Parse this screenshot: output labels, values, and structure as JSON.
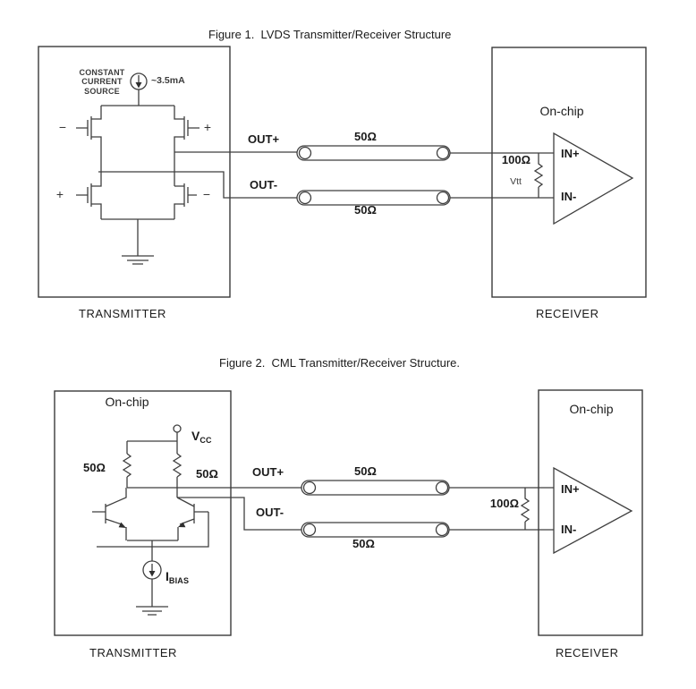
{
  "page": {
    "background": "#ffffff",
    "line_color": "#3f3f3f",
    "text_color": "#1b1b1b"
  },
  "figure1": {
    "caption": "Figure 1.  LVDS Transmitter/Receiver Structure",
    "transmitter": {
      "box_label": "TRANSMITTER",
      "current_source_label": "CONSTANT\nCURRENT\nSOURCE",
      "current_value": "~3.5mA",
      "gate_top_left": "−",
      "gate_top_right": "+",
      "gate_bottom_left": "+",
      "gate_bottom_right": "−"
    },
    "interconnect": {
      "out_plus": "OUT+",
      "out_minus": "OUT-",
      "impedance_top": "50Ω",
      "impedance_bottom": "50Ω"
    },
    "receiver": {
      "box_label": "RECEIVER",
      "on_chip": "On-chip",
      "termination": "100Ω",
      "termination_voltage": "Vtt",
      "in_plus": "IN+",
      "in_minus": "IN-"
    }
  },
  "figure2": {
    "caption": "Figure 2.  CML Transmitter/Receiver Structure.",
    "transmitter": {
      "box_label": "TRANSMITTER",
      "on_chip": "On-chip",
      "vcc_main": "V",
      "vcc_sub": "CC",
      "resistor_left": "50Ω",
      "resistor_right": "50Ω",
      "ibias_main": "I",
      "ibias_sub": "BIAS"
    },
    "interconnect": {
      "out_plus": "OUT+",
      "out_minus": "OUT-",
      "impedance_top": "50Ω",
      "impedance_bottom": "50Ω"
    },
    "receiver": {
      "box_label": "RECEIVER",
      "on_chip": "On-chip",
      "termination": "100Ω",
      "in_plus": "IN+",
      "in_minus": "IN-"
    }
  }
}
